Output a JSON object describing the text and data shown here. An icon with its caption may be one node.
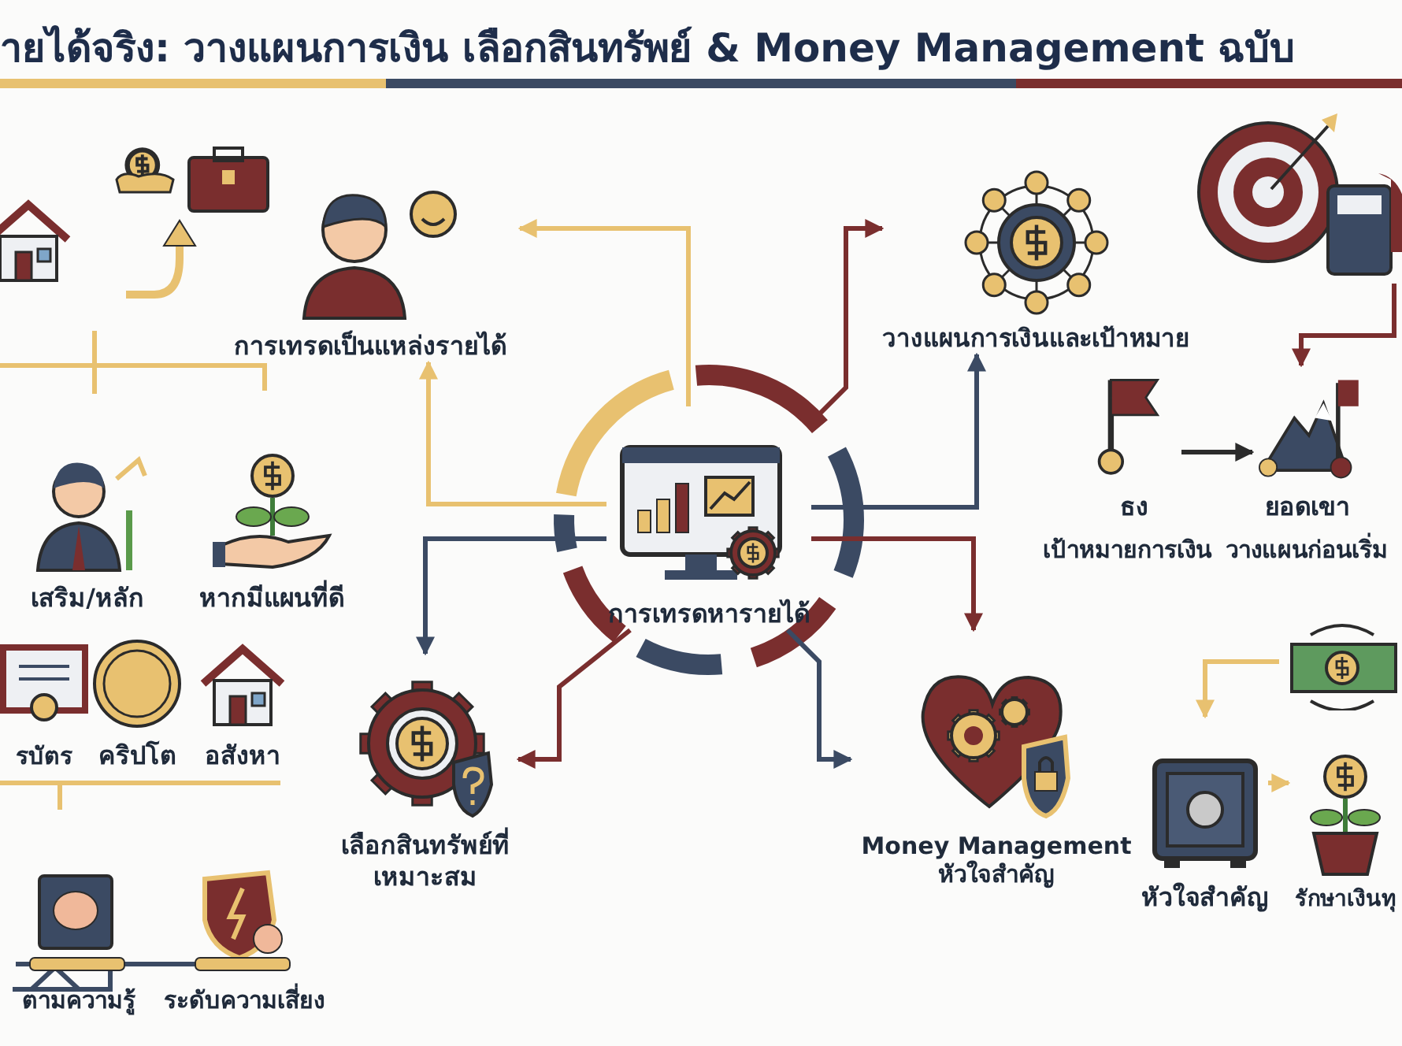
{
  "diagram": {
    "title": "ายได้จริง: วางแผนการเงิน เลือกสินทรัพย์ & Money Management ฉบับ",
    "nodes": [
      {
        "text": [
          "การเทรดหารายได้"
        ]
      },
      {
        "text": [
          "การเทรดเป็นแหล่งรายได้"
        ]
      },
      {
        "text": [
          "วางแผนการเงินและเป้าหมาย"
        ]
      },
      {
        "text": [
          "เลือกสินทรัพย์ที่เหมาะสม"
        ]
      },
      {
        "text": [
          "Money Management หัวใจสำคัญ"
        ]
      },
      {
        "text": [],
        "shape": "picture"
      },
      {
        "text": [],
        "shape": "picture"
      },
      {
        "text": [
          "เสริม/หลัก"
        ]
      },
      {
        "text": [
          "หากมีแผนที่ดี"
        ]
      },
      {
        "text": [
          "รบัตร"
        ]
      },
      {
        "text": [
          "คริปโต"
        ]
      },
      {
        "text": [
          "อสังหา"
        ]
      },
      {
        "text": [
          "ตามความรู้"
        ]
      },
      {
        "text": [
          "ระดับความเสี่ยง"
        ]
      },
      {
        "text": [],
        "shape": "picture"
      },
      {
        "text": [
          "ธง"
        ]
      },
      {
        "text": [
          "ยอดเขา"
        ]
      },
      {
        "text": [],
        "shape": "picture"
      },
      {
        "text": [
          "หัวใจสำคัญ"
        ]
      },
      {
        "text": [
          "รักษาเงินทุ"
        ]
      }
    ],
    "edges": [
      {
        "from": 0,
        "to": 1,
        "arrow": "to",
        "color": "#e8c170"
      },
      {
        "from": 0,
        "to": 1,
        "arrow": "to",
        "color": "#e8c170"
      },
      {
        "from": 0,
        "to": 2,
        "arrow": "to",
        "color": "#7a2e2e"
      },
      {
        "from": 0,
        "to": 2,
        "arrow": "to",
        "color": "#3b4a63"
      },
      {
        "from": 0,
        "to": 3,
        "arrow": "to",
        "color": "#3b4a63"
      },
      {
        "from": 0,
        "to": 3,
        "arrow": "to",
        "color": "#7a2e2e"
      },
      {
        "from": 0,
        "to": 4,
        "arrow": "to",
        "color": "#7a2e2e"
      },
      {
        "from": 0,
        "to": 4,
        "arrow": "to",
        "color": "#3b4a63"
      },
      {
        "from": 15,
        "to": 16,
        "arrow": "to",
        "color": "#2b2b2b"
      },
      {
        "from": 14,
        "to": 16,
        "arrow": "to",
        "color": "#7a2e2e"
      },
      {
        "from": 17,
        "to": 18,
        "arrow": "to",
        "color": "#e8c170"
      },
      {
        "from": 18,
        "to": 19,
        "arrow": "to",
        "color": "#e8c170"
      }
    ],
    "labels": [
      "เป้าหมายการเงิน",
      "วางแผนก่อนเริ่ม"
    ]
  }
}
